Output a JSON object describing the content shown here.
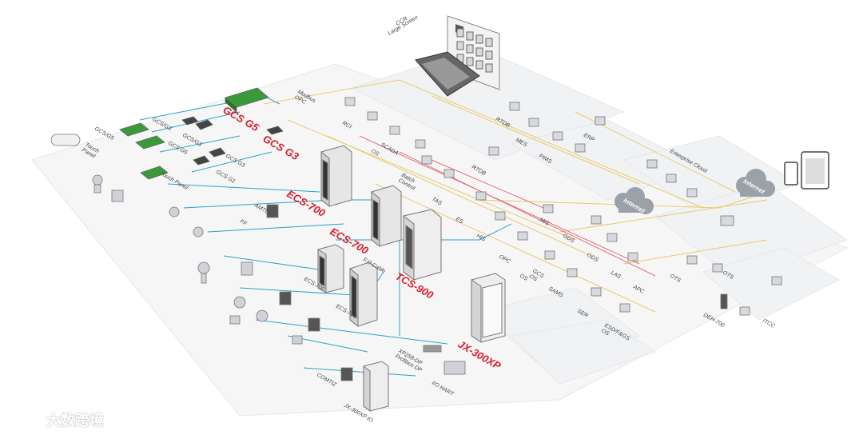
{
  "colors": {
    "cyan_network": "#2aa3c9",
    "yellow_network": "#e8c75a",
    "red_network": "#e05a6a",
    "red_label": "#d81e2a",
    "cloud": "#9aa1a8"
  },
  "screen": {
    "label": "CCR\nLarge Screen"
  },
  "highlight_labels": [
    "GCS G5",
    "GCS G3",
    "ECS-700",
    "ECS-700",
    "TCS-900",
    "JX-300XP"
  ],
  "clouds": [
    "Internet",
    "Internet"
  ],
  "enterprise_cloud": "Enterprise Cloud",
  "labels": [
    "Modbus\nOPC",
    "RCI",
    "OS",
    "SCADA",
    "Batch\nControl",
    "RTDB",
    "MES",
    "PIMS",
    "ERP",
    "TAS",
    "ES",
    "HIS",
    "MIS",
    "RTDB",
    "OPC",
    "GDS",
    "ODS",
    "LAS",
    "OS",
    "SAMS",
    "GCS\nOS",
    "APC",
    "OTS",
    "OTS",
    "SER",
    "ESD/F&GS\nOS",
    "DEH-700",
    "ITCC",
    "GCS/G5",
    "GCS/G3",
    "GCS G5",
    "GCS/G3",
    "GCS G3",
    "GCS G1",
    "Touch\nPanel",
    "Touch Panel",
    "AMTU",
    "FF",
    "ECS-700",
    "ECS-700",
    "F.O.Cable",
    "XP259-DP\nProfibus DP",
    "I/O HART",
    "COMTIZ",
    "JX-300XP IO"
  ],
  "watermark": {
    "text": "大数跨境"
  }
}
